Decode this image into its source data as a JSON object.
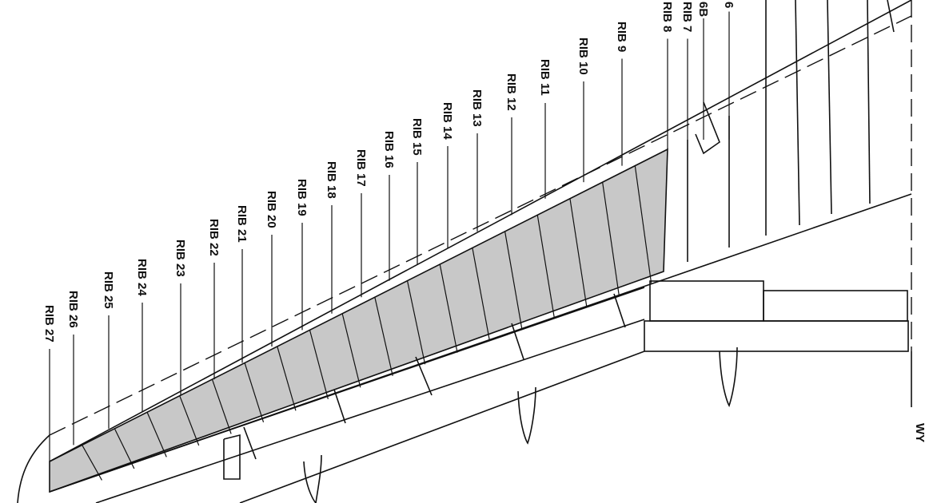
{
  "diagram": {
    "ribs": [
      {
        "label": "RIB 27"
      },
      {
        "label": "RIB 26"
      },
      {
        "label": "RIB 25"
      },
      {
        "label": "RIB 24"
      },
      {
        "label": "RIB 23"
      },
      {
        "label": "RIB 22"
      },
      {
        "label": "RIB 21"
      },
      {
        "label": "RIB 20"
      },
      {
        "label": "RIB 19"
      },
      {
        "label": "RIB 18"
      },
      {
        "label": "RIB 17"
      },
      {
        "label": "RIB 16"
      },
      {
        "label": "RIB 15"
      },
      {
        "label": "RIB 14"
      },
      {
        "label": "RIB 13"
      },
      {
        "label": "RIB 12"
      },
      {
        "label": "RIB 11"
      },
      {
        "label": "RIB 10"
      },
      {
        "label": "RIB 9"
      },
      {
        "label": "RIB 8"
      },
      {
        "label": "RIB 7"
      },
      {
        "label": "6B"
      },
      {
        "label": "6"
      }
    ],
    "side_label": "WY",
    "colors": {
      "shaded": "#c8c8c8",
      "line": "#111111",
      "background": "#ffffff"
    }
  }
}
